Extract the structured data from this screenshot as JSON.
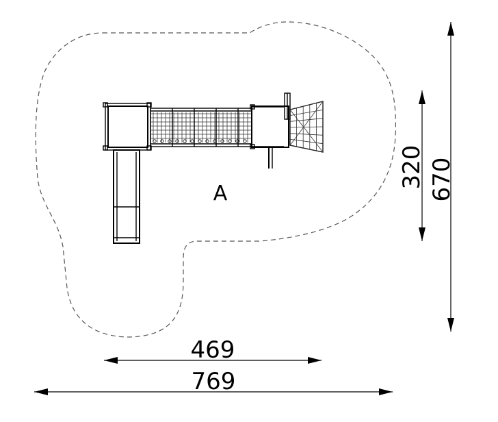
{
  "drawing": {
    "zone_label": "A",
    "dimensions": {
      "width_inner": "469",
      "width_outer": "769",
      "depth_inner": "320",
      "depth_outer": "670"
    },
    "colors": {
      "line": "#000000",
      "background": "#ffffff",
      "zone_outline": "#555555"
    }
  }
}
